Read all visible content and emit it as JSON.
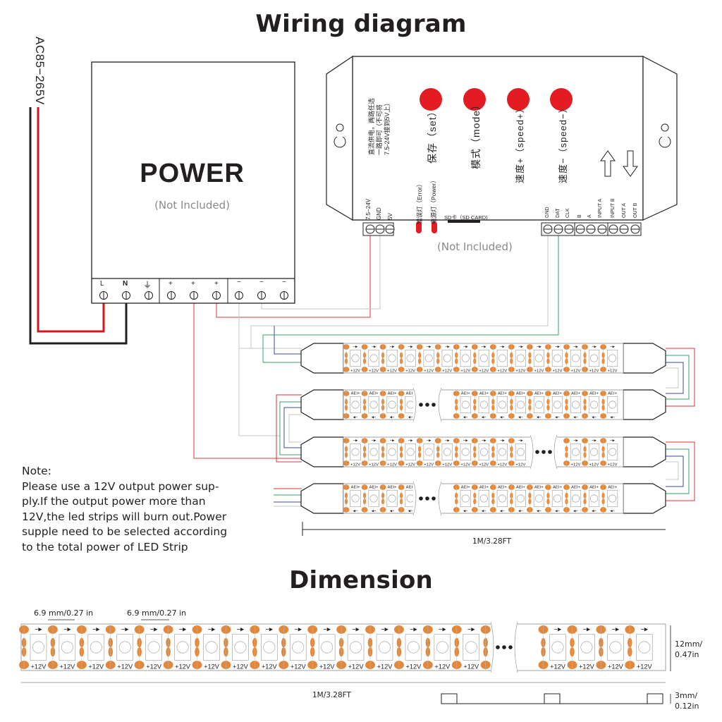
{
  "titles": {
    "wiring": "Wiring diagram",
    "dimension": "Dimension"
  },
  "power_supply": {
    "label": "POWER",
    "note": "(Not Included)",
    "input_voltage": "AC85−265V",
    "terminals": [
      "L",
      "N",
      "⏚",
      "+",
      "+",
      "+",
      "−",
      "−",
      "−"
    ]
  },
  "controller": {
    "note": "(Not Included)",
    "power_note_lines": [
      "直流供电，两路任选",
      "一路即可（不可将",
      "7.5-24V接到5V上）"
    ],
    "buttons": [
      {
        "label": "保存（set）",
        "color": "#e31b23"
      },
      {
        "label": "模式（mode）",
        "color": "#e31b23"
      },
      {
        "label": "速度+（speed+）",
        "color": "#e31b23"
      },
      {
        "label": "速度−（speed−）",
        "color": "#e31b23"
      }
    ],
    "indicators": [
      {
        "label": "错误灯（Error）"
      },
      {
        "label": "电源灯（Power）"
      }
    ],
    "sd_card_label": "SD卡（SD CARD)",
    "power_terminals": [
      "7.5−24V",
      "GND",
      "5V"
    ],
    "signal_terminals": [
      "GND",
      "DAT",
      "CLK",
      "B",
      "A",
      "INPUT A",
      "INPUT B",
      "OUT A",
      "OUT B"
    ]
  },
  "led_strip": {
    "chip_label_forward": "+12V",
    "chip_label_reverse": "AЕI+",
    "length_label": "1M/3.28FT",
    "ellipsis": "•••"
  },
  "note": {
    "lines": [
      "Note:",
      "Please use a 12V output power sup-",
      "ply.If the output power more than",
      "12V,the led strips will burn out.Power",
      "supple need to be selected according",
      "to the total power of LED Strip"
    ]
  },
  "dimension": {
    "pitch_label_1": "6.9 mm/0.27 in",
    "pitch_label_2": "6.9 mm/0.27 in",
    "width_label_1": "12mm/",
    "width_label_2": "0.47in",
    "thickness_label_1": "3mm/",
    "thickness_label_2": "0.12in",
    "length_label": "1M/3.28FT"
  },
  "colors": {
    "wire_red": "#d9343b",
    "wire_green": "#3aa26a",
    "wire_blue": "#3b4aa0",
    "wire_gray": "#c4c4c4",
    "ac_red": "#d7141f",
    "ac_black": "#231f20",
    "led_pad": "#e2883c",
    "button_red": "#e31b23"
  }
}
